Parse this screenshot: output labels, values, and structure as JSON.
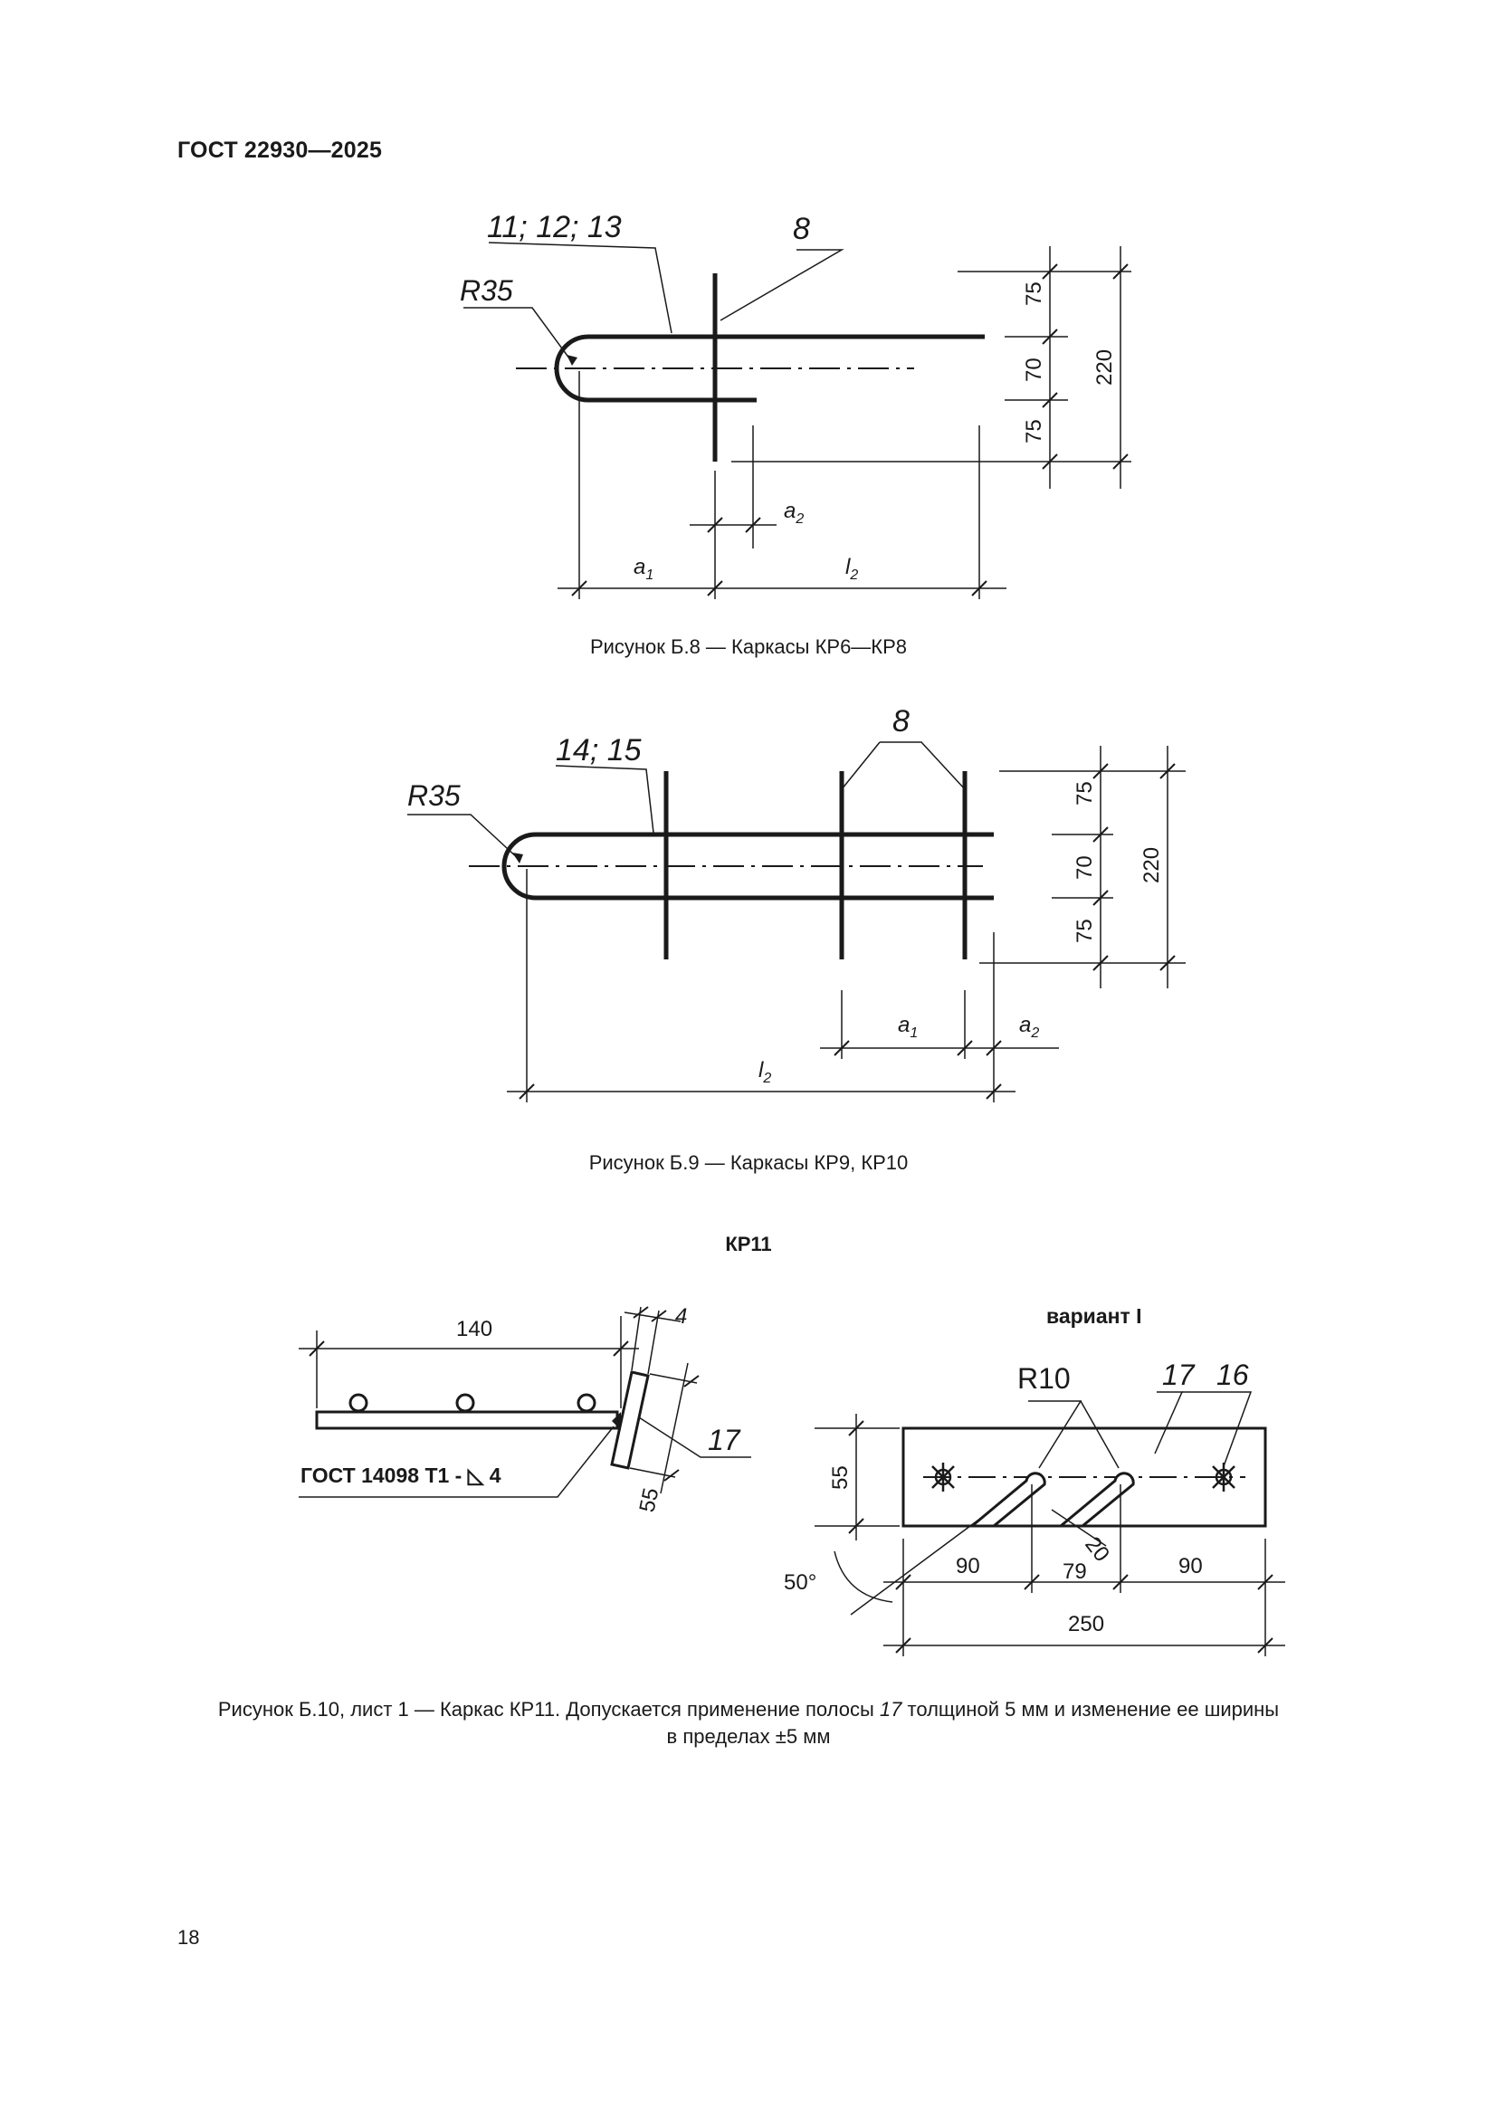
{
  "header": {
    "standard": "ГОСТ 22930—2025"
  },
  "fig8": {
    "caption": "Рисунок Б.8 — Каркасы КР6—КР8",
    "labels": {
      "items": "11; 12; 13",
      "item8": "8",
      "radius": "R35",
      "d75a": "75",
      "d70": "70",
      "d75b": "75",
      "d220": "220",
      "a1": "a",
      "a1sub": "1",
      "a2": "a",
      "a2sub": "2",
      "l2": "l",
      "l2sub": "2"
    }
  },
  "fig9": {
    "caption": "Рисунок Б.9 — Каркасы КР9, КР10",
    "labels": {
      "items": "14; 15",
      "item8": "8",
      "radius": "R35",
      "d75a": "75",
      "d70": "70",
      "d75b": "75",
      "d220": "220",
      "a1": "a",
      "a1sub": "1",
      "a2": "a",
      "a2sub": "2",
      "l2": "l",
      "l2sub": "2"
    }
  },
  "fig10": {
    "title": "КР11",
    "variant": "вариант I",
    "labels": {
      "d140": "140",
      "d4": "4",
      "item17": "17",
      "d55side": "55",
      "weld": "ГОСТ 14098 Т1 - ◺ 4",
      "r10": "R10",
      "item17b": "17",
      "item16": "16",
      "d55": "55",
      "d50": "50°",
      "d90a": "90",
      "d79": "79",
      "d20": "20",
      "d90b": "90",
      "d250": "250"
    },
    "caption_main": "Рисунок Б.10, лист 1 — Каркас КР11. Допускается применение полосы ",
    "caption_item": "17",
    "caption_rest": " толщиной 5 мм и изменение ее ширины",
    "caption_line2": "в пределах ±5 мм"
  },
  "page": {
    "number": "18"
  }
}
